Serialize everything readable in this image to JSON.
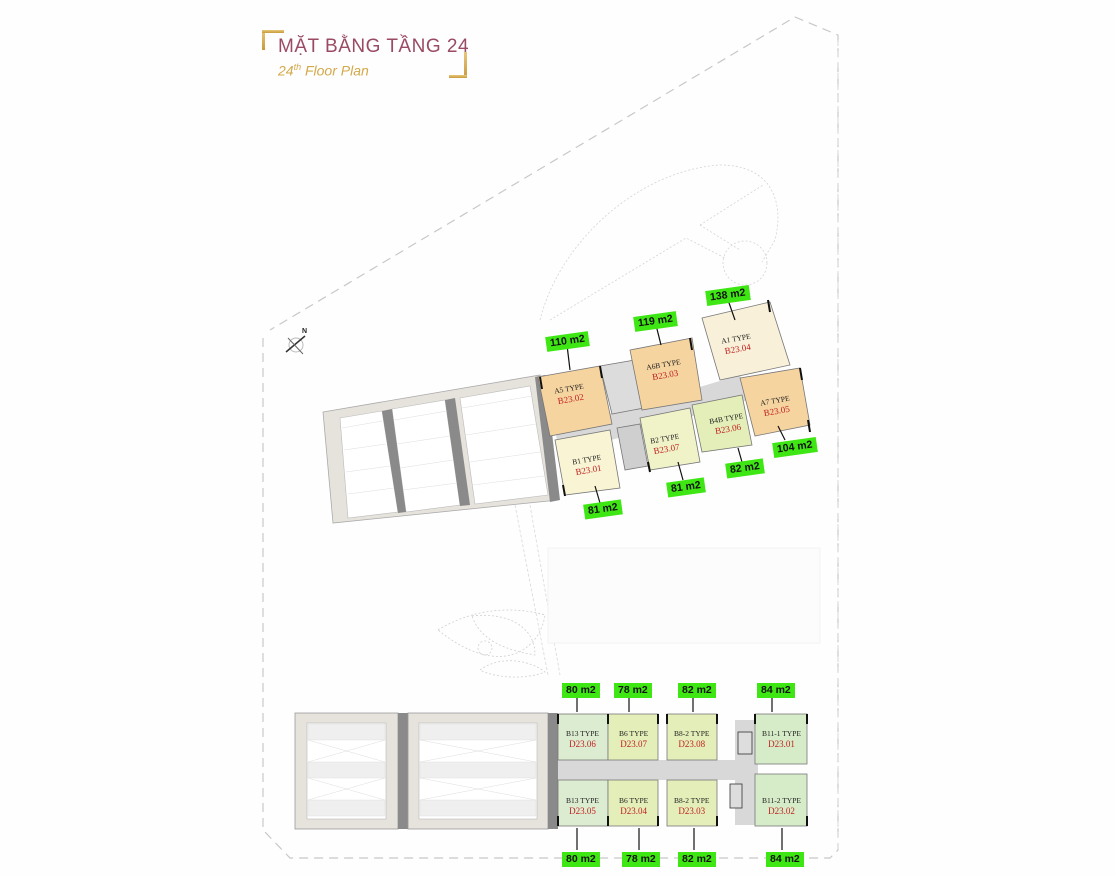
{
  "title": {
    "main": "MẶT BẰNG TẦNG 24",
    "sub_number": "24",
    "sub_suffix": "th",
    "sub_text": " Floor Plan",
    "color_main": "#9a4a62",
    "color_sub": "#d4a94a"
  },
  "compass": {
    "label": "N"
  },
  "block_b": {
    "units": [
      {
        "type": "A5 TYPE",
        "code": "B23.02",
        "area": "110 m2"
      },
      {
        "type": "A6B TYPE",
        "code": "B23.03",
        "area": "119 m2"
      },
      {
        "type": "A1 TYPE",
        "code": "B23.04",
        "area": "138 m2"
      },
      {
        "type": "A7 TYPE",
        "code": "B23.05",
        "area": "104 m2"
      },
      {
        "type": "B4B TYPE",
        "code": "B23.06",
        "area": "82 m2"
      },
      {
        "type": "B2 TYPE",
        "code": "B23.07",
        "area": "81 m2"
      },
      {
        "type": "B1 TYPE",
        "code": "B23.01",
        "area": "81 m2"
      }
    ]
  },
  "block_d": {
    "units": [
      {
        "type": "B13 TYPE",
        "code": "D23.06",
        "area": "80 m2"
      },
      {
        "type": "B6 TYPE",
        "code": "D23.07",
        "area": "78 m2"
      },
      {
        "type": "B8-2 TYPE",
        "code": "D23.08",
        "area": "82 m2"
      },
      {
        "type": "B11-1 TYPE",
        "code": "D23.01",
        "area": "84 m2"
      },
      {
        "type": "B13 TYPE",
        "code": "D23.05",
        "area": "80 m2"
      },
      {
        "type": "B6 TYPE",
        "code": "D23.04",
        "area": "78 m2"
      },
      {
        "type": "B8-2 TYPE",
        "code": "D23.03",
        "area": "82 m2"
      },
      {
        "type": "B11-2 TYPE",
        "code": "D23.02",
        "area": "84 m2"
      }
    ]
  },
  "colors": {
    "area_tag": "#3ee613",
    "unit_orange": "#f6d4a0",
    "unit_cream": "#f8f0d8",
    "unit_yellowgreen": "#e4eeb8",
    "unit_green": "#d6ecc8",
    "corridor": "#d8d8d8",
    "podium": "#e6e2dc"
  }
}
